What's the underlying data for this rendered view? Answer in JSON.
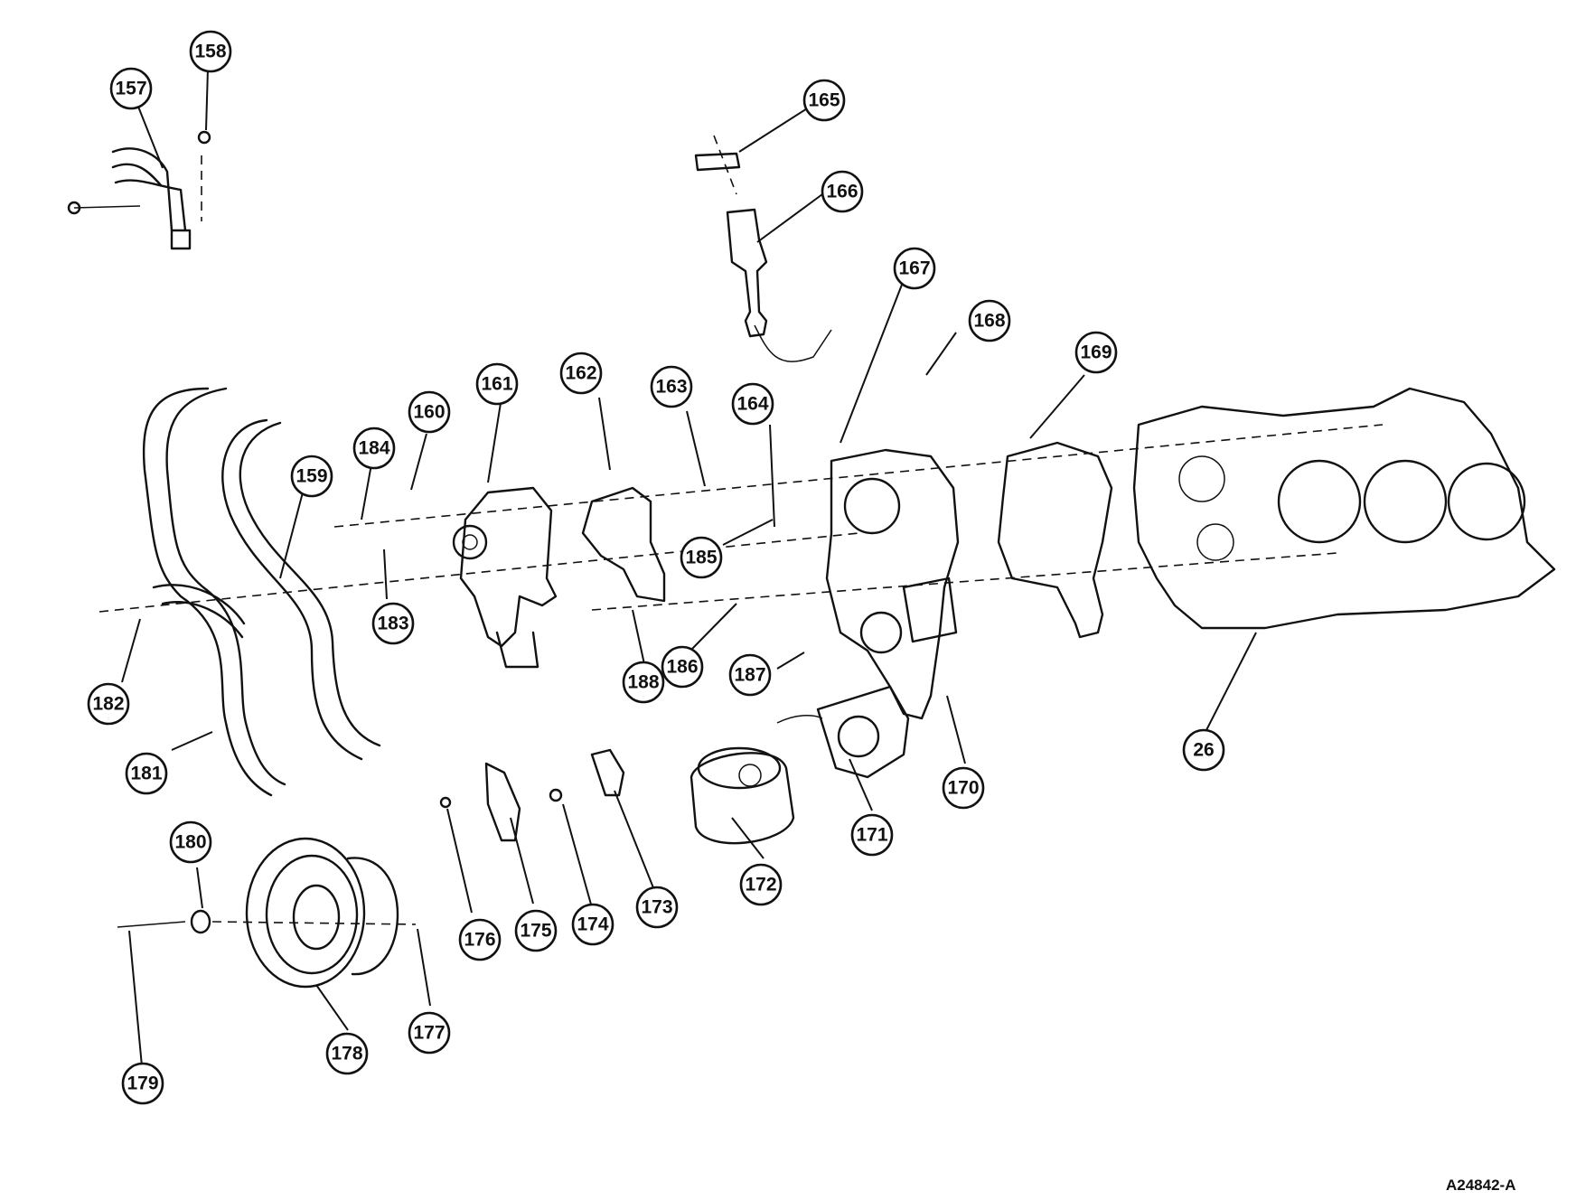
{
  "figure_code": "A24842-A",
  "callouts": [
    {
      "id": "157"
    },
    {
      "id": "158"
    },
    {
      "id": "159"
    },
    {
      "id": "160"
    },
    {
      "id": "161"
    },
    {
      "id": "162"
    },
    {
      "id": "163"
    },
    {
      "id": "164"
    },
    {
      "id": "165"
    },
    {
      "id": "166"
    },
    {
      "id": "167"
    },
    {
      "id": "168"
    },
    {
      "id": "169"
    },
    {
      "id": "26"
    },
    {
      "id": "184"
    },
    {
      "id": "185"
    },
    {
      "id": "183"
    },
    {
      "id": "182"
    },
    {
      "id": "181"
    },
    {
      "id": "188"
    },
    {
      "id": "186"
    },
    {
      "id": "187"
    },
    {
      "id": "170"
    },
    {
      "id": "171"
    },
    {
      "id": "172"
    },
    {
      "id": "173"
    },
    {
      "id": "174"
    },
    {
      "id": "175"
    },
    {
      "id": "176"
    },
    {
      "id": "177"
    },
    {
      "id": "178"
    },
    {
      "id": "179"
    },
    {
      "id": "180"
    }
  ]
}
